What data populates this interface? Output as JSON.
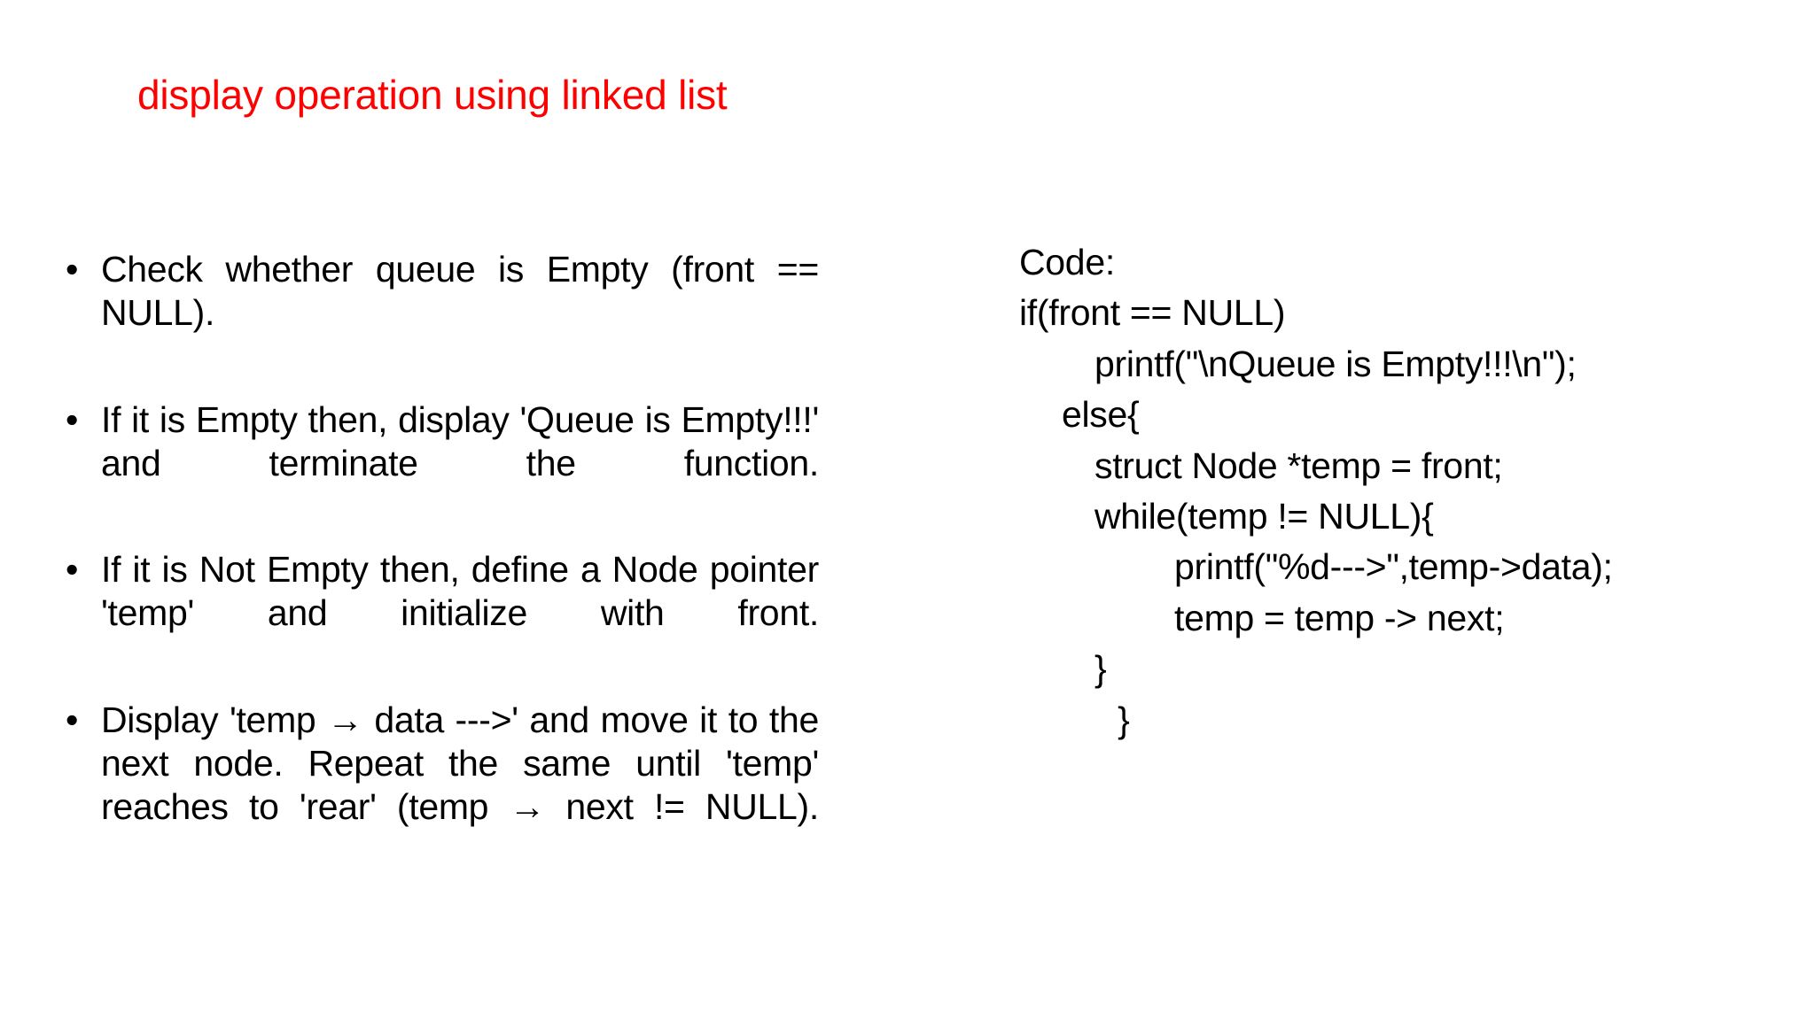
{
  "slide": {
    "title": "display operation using linked list",
    "title_color": "#ff0000",
    "background_color": "#ffffff",
    "body_color": "#000000"
  },
  "bullets": {
    "marker": "•",
    "items": [
      {
        "text": "Check whether queue is Empty (front == NULL)."
      },
      {
        "text": "If it is Empty then, display 'Queue is Empty!!!' and terminate the function."
      },
      {
        "text": "If it is Not Empty then, define a Node pointer 'temp' and initialize with front."
      },
      {
        "text": "Display 'temp → data --->' and move it to the next node. Repeat the same until 'temp' reaches to 'rear' (temp → next != NULL)."
      }
    ]
  },
  "code": {
    "heading": "Code:",
    "lines": [
      {
        "indent": 0,
        "text": "if(front == NULL)"
      },
      {
        "indent": 2,
        "text": "printf(\"\\nQueue is Empty!!!\\n\");"
      },
      {
        "indent": 1,
        "text": "else{"
      },
      {
        "indent": 2,
        "text": "struct Node *temp = front;"
      },
      {
        "indent": 2,
        "text": "while(temp != NULL){"
      },
      {
        "indent": 3,
        "text": "printf(\"%d--->\",temp->data);"
      },
      {
        "indent": 3,
        "text": "temp = temp -> next;"
      },
      {
        "indent": 2,
        "text": "}"
      },
      {
        "indent": 2,
        "text": " }"
      }
    ]
  }
}
